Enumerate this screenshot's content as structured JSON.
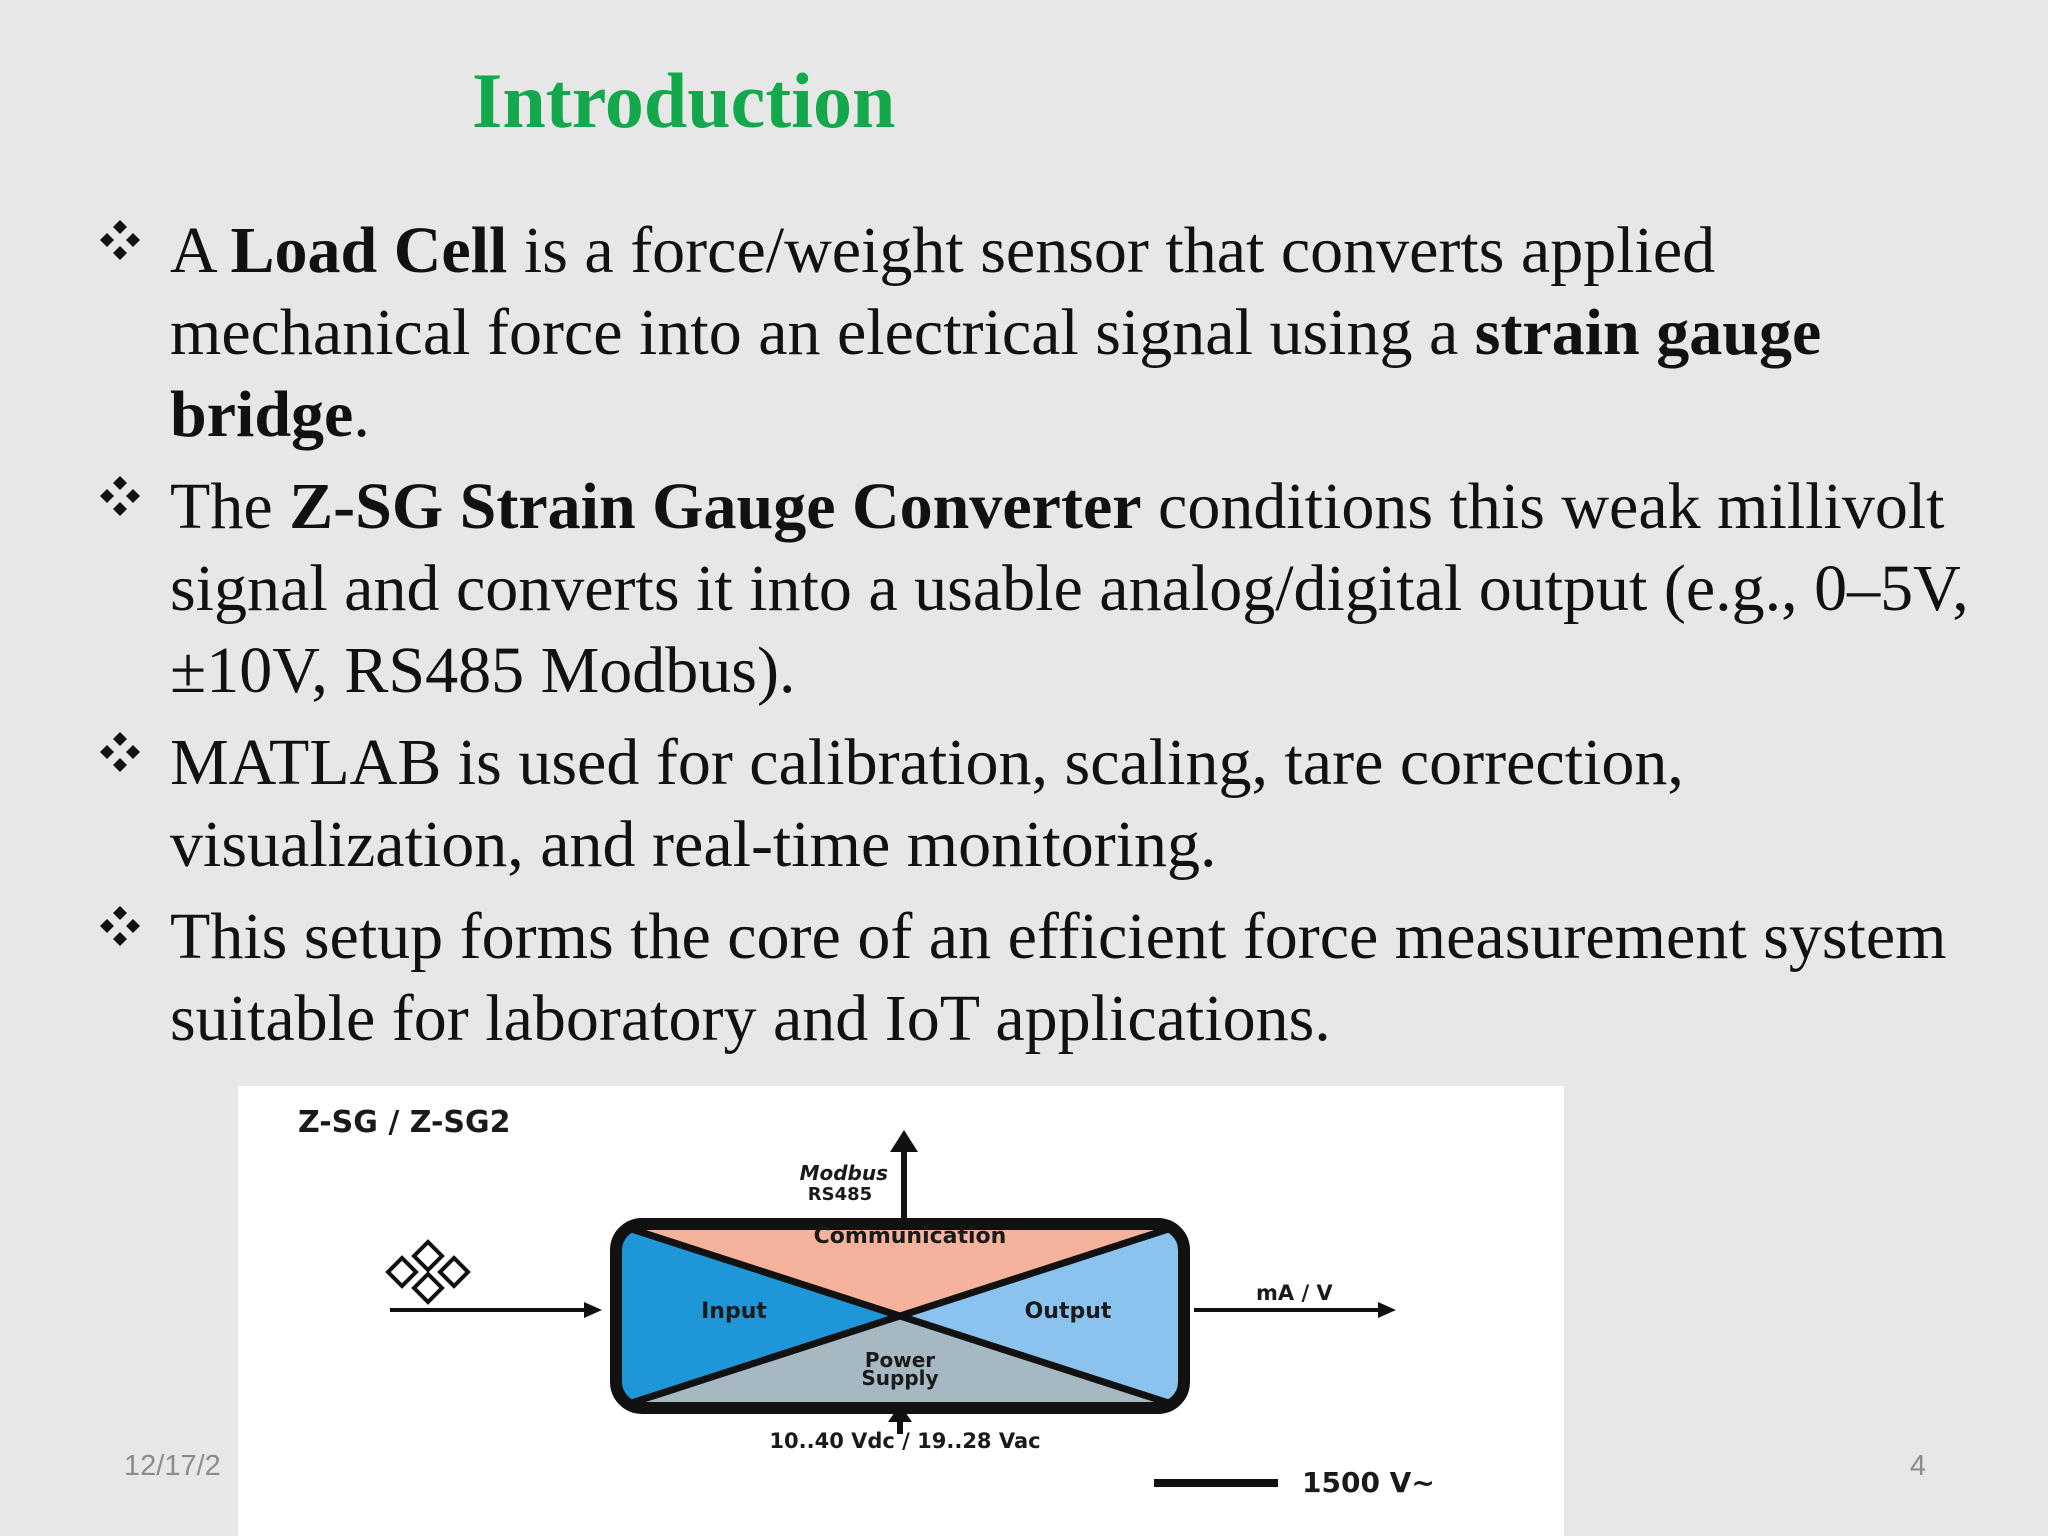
{
  "slide": {
    "title": "Introduction",
    "bullets": [
      {
        "segments": [
          {
            "text": "A ",
            "bold": false
          },
          {
            "text": "Load Cell",
            "bold": true
          },
          {
            "text": " is a force/weight sensor that converts applied mechanical force into an electrical signal using a ",
            "bold": false
          },
          {
            "text": "strain gauge bridge",
            "bold": true
          },
          {
            "text": ".",
            "bold": false
          }
        ]
      },
      {
        "segments": [
          {
            "text": "The ",
            "bold": false
          },
          {
            "text": "Z-SG Strain Gauge Converter",
            "bold": true
          },
          {
            "text": " conditions this weak millivolt signal and converts it into a usable analog/digital output (e.g., 0–5V, ±10V, RS485 Modbus).",
            "bold": false
          }
        ]
      },
      {
        "segments": [
          {
            "text": "MATLAB is used for calibration, scaling, tare correction, visualization, and real-time monitoring.",
            "bold": false
          }
        ]
      },
      {
        "segments": [
          {
            "text": "This setup forms the core of an efficient force measurement system suitable for laboratory and IoT applications.",
            "bold": false
          }
        ]
      }
    ],
    "bullet_icon": "four-diamond-bullet-icon",
    "footer": {
      "date": "12/17/2",
      "page": "4"
    }
  },
  "diagram": {
    "model_label": "Z-SG / Z-SG2",
    "modbus_label": "Modbus",
    "rs485_label": "RS485",
    "communication_label": "Communication",
    "input_label": "Input",
    "output_label": "Output",
    "power_label_line1": "Power",
    "power_label_line2": "Supply",
    "output_signal_label": "mA / V",
    "supply_label": "10..40 Vdc / 19..28 Vac",
    "isolation_label": "1500 V~",
    "colors": {
      "communication": "#f4b39a",
      "input": "#1f96d8",
      "output": "#8ac4ee",
      "power": "#a6b8c1",
      "title": "#13a84b"
    }
  }
}
